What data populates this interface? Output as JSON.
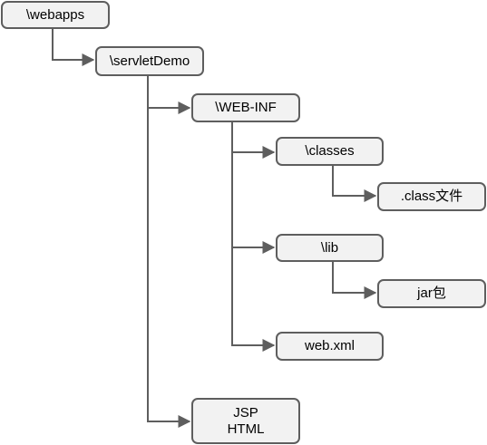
{
  "diagram": {
    "nodes": {
      "webapps": "\\webapps",
      "servletdemo": "\\servletDemo",
      "web_inf": "\\WEB-INF",
      "classes": "\\classes",
      "class_files": ".class文件",
      "lib": "\\lib",
      "jar": "jar包",
      "web_xml": "web.xml",
      "jsp_html_line1": "JSP",
      "jsp_html_line2": "HTML"
    },
    "edges": [
      {
        "from": "webapps",
        "to": "servletdemo"
      },
      {
        "from": "servletdemo",
        "to": "web_inf"
      },
      {
        "from": "servletdemo",
        "to": "jsp_html"
      },
      {
        "from": "web_inf",
        "to": "classes"
      },
      {
        "from": "web_inf",
        "to": "lib"
      },
      {
        "from": "web_inf",
        "to": "web_xml"
      },
      {
        "from": "classes",
        "to": "class_files"
      },
      {
        "from": "lib",
        "to": "jar"
      }
    ],
    "colors": {
      "node_fill": "#f2f2f2",
      "node_border": "#5e5e5e",
      "edge": "#5e5e5e"
    }
  }
}
